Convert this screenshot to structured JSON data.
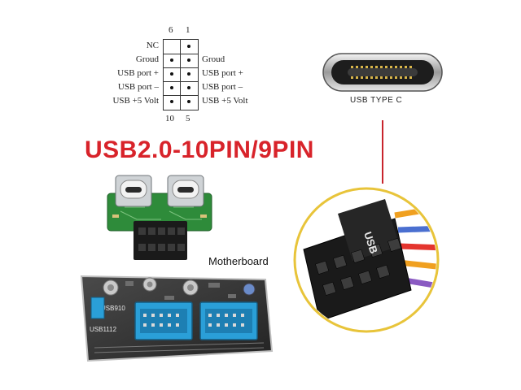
{
  "pinout": {
    "top_numbers": [
      "6",
      "1"
    ],
    "bottom_numbers": [
      "10",
      "5"
    ],
    "left_labels": [
      "NC",
      "Groud",
      "USB port +",
      "USB port –",
      "USB +5 Volt"
    ],
    "right_labels": [
      "Groud",
      "USB port +",
      "USB port –",
      "USB +5 Volt"
    ]
  },
  "title": "USB2.0-10PIN/9PIN",
  "usb_type_c_label": "USB TYPE C",
  "motherboard_label": "Motherboard",
  "board_silkscreen": [
    "USB910",
    "USB1112"
  ],
  "connector_text": "USB",
  "colors": {
    "title": "#d8232a",
    "pcb_green": "#2e8b3a",
    "header_blue": "#2a9fd8",
    "lens_border": "#e8c43a",
    "connector_black": "#1a1a1a"
  }
}
